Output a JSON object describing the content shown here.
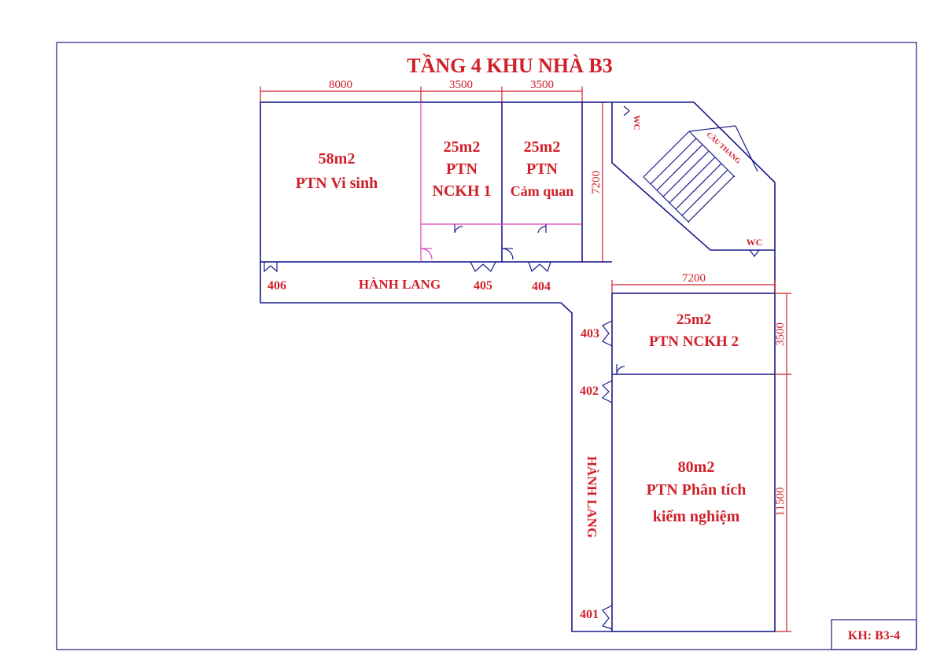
{
  "title": "TẦNG 4 KHU NHÀ B3",
  "stamp": "KH: B3-4",
  "colors": {
    "wall": "#1a1a8c",
    "label": "#d0202a",
    "partition": "#e040c0"
  },
  "dimensions": {
    "top_a": "8000",
    "top_b": "3500",
    "top_c": "3500",
    "right_top": "7200",
    "east_width": "7200",
    "east_small": "3500",
    "east_large": "11500"
  },
  "rooms": {
    "vi_sinh": {
      "area": "58m2",
      "name": "PTN Vi sinh"
    },
    "nckh1": {
      "area": "25m2",
      "line1": "PTN",
      "line2": "NCKH 1"
    },
    "cam_quan": {
      "area": "25m2",
      "line1": "PTN",
      "line2": "Cảm quan"
    },
    "nckh2": {
      "area": "25m2",
      "name": "PTN NCKH 2"
    },
    "phan_tich": {
      "area": "80m2",
      "line1": "PTN Phân tích",
      "line2": "kiểm nghiệm"
    }
  },
  "corridors": {
    "north": "HÀNH LANG",
    "east": "HÀNH LANG"
  },
  "room_numbers": {
    "r406": "406",
    "r405": "405",
    "r404": "404",
    "r403": "403",
    "r402": "402",
    "r401": "401"
  },
  "stairs": {
    "label": "CẦU THANG",
    "wc_top": "WC",
    "wc_bottom": "WC"
  }
}
